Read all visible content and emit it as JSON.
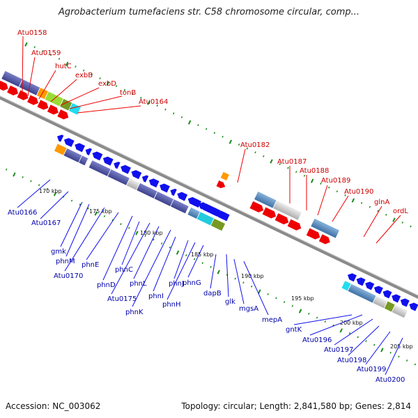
{
  "header": {
    "title": "Agrobacterium tumefaciens str. C58 chromosome circular, comp..."
  },
  "footer": {
    "accession": "Accession: NC_003062",
    "summary": "Topology: circular; Length: 2,841,580 bp; Genes: 2,814"
  },
  "colors": {
    "forward_feature": "#ee0000",
    "reverse_feature": "#1010ee",
    "red_label": "#cc0000",
    "blue_label": "#0000aa",
    "dot_marker": "#1a8a1a",
    "backbone": "#8a8a8a"
  },
  "ticks": [
    "170 kbp",
    "175 kbp",
    "180 kbp",
    "185 kbp",
    "190 kbp",
    "195 kbp",
    "200 kbp",
    "205 kbp"
  ],
  "red_labels": [
    "Atu0158",
    "Atu0159",
    "hutC",
    "exbB",
    "exbD",
    "tonB",
    "Atu0164",
    "Atu0182",
    "Atu0187",
    "Atu0188",
    "Atu0189",
    "Atu0190",
    "glnA",
    "ordL"
  ],
  "blue_labels": [
    "Atu0166",
    "Atu0167",
    "gmk",
    "phnM",
    "Atu0170",
    "phnE",
    "phnD",
    "phnC",
    "Atu0175",
    "phnL",
    "phnK",
    "phnI",
    "phnJ",
    "phnH",
    "phnG",
    "dapB",
    "glk",
    "mgsA",
    "mepA",
    "gntK",
    "Atu0196",
    "Atu0197",
    "Atu0198",
    "Atu0199",
    "Atu0200"
  ]
}
